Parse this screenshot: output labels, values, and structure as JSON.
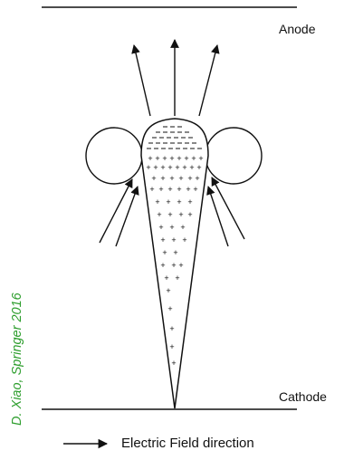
{
  "labels": {
    "anode": "Anode",
    "cathode": "Cathode",
    "legend": "Electric Field direction",
    "credit": "D. Xiao, Springer 2016"
  },
  "colors": {
    "line": "#111111",
    "credit": "#2e9e2e"
  },
  "symbols": {
    "positive": "+",
    "negative": "−"
  }
}
